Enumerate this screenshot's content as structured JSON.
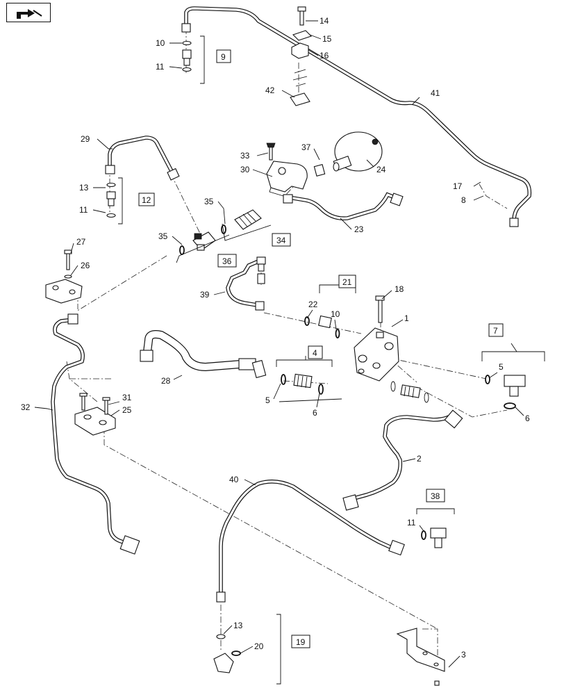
{
  "callouts": [
    {
      "id": "c14",
      "text": "14"
    },
    {
      "id": "c15",
      "text": "15"
    },
    {
      "id": "c16",
      "text": "16"
    },
    {
      "id": "c10a",
      "text": "10"
    },
    {
      "id": "c11a",
      "text": "11"
    },
    {
      "id": "c9",
      "text": "9"
    },
    {
      "id": "c42",
      "text": "42"
    },
    {
      "id": "c41",
      "text": "41"
    },
    {
      "id": "c29",
      "text": "29"
    },
    {
      "id": "c33",
      "text": "33"
    },
    {
      "id": "c37",
      "text": "37"
    },
    {
      "id": "c30",
      "text": "30"
    },
    {
      "id": "c24",
      "text": "24"
    },
    {
      "id": "c13a",
      "text": "13"
    },
    {
      "id": "c12",
      "text": "12"
    },
    {
      "id": "c11b",
      "text": "11"
    },
    {
      "id": "c17",
      "text": "17"
    },
    {
      "id": "c8",
      "text": "8"
    },
    {
      "id": "c35a",
      "text": "35"
    },
    {
      "id": "c23",
      "text": "23"
    },
    {
      "id": "c35b",
      "text": "35"
    },
    {
      "id": "c34",
      "text": "34"
    },
    {
      "id": "c27",
      "text": "27"
    },
    {
      "id": "c36",
      "text": "36"
    },
    {
      "id": "c26",
      "text": "26"
    },
    {
      "id": "c21",
      "text": "21"
    },
    {
      "id": "c39",
      "text": "39"
    },
    {
      "id": "c18",
      "text": "18"
    },
    {
      "id": "c22",
      "text": "22"
    },
    {
      "id": "c10b",
      "text": "10"
    },
    {
      "id": "c1",
      "text": "1"
    },
    {
      "id": "c7",
      "text": "7"
    },
    {
      "id": "c4",
      "text": "4"
    },
    {
      "id": "c28",
      "text": "28"
    },
    {
      "id": "c5a",
      "text": "5"
    },
    {
      "id": "c5b",
      "text": "5"
    },
    {
      "id": "c6a",
      "text": "6"
    },
    {
      "id": "c6b",
      "text": "6"
    },
    {
      "id": "c31",
      "text": "31"
    },
    {
      "id": "c25",
      "text": "25"
    },
    {
      "id": "c32",
      "text": "32"
    },
    {
      "id": "c2",
      "text": "2"
    },
    {
      "id": "c40",
      "text": "40"
    },
    {
      "id": "c38",
      "text": "38"
    },
    {
      "id": "c11c",
      "text": "11"
    },
    {
      "id": "c13b",
      "text": "13"
    },
    {
      "id": "c20",
      "text": "20"
    },
    {
      "id": "c19",
      "text": "19"
    },
    {
      "id": "c3",
      "text": "3"
    }
  ],
  "icons": {
    "nav": "return-arrow-icon"
  },
  "colors": {
    "ink": "#111111",
    "paper": "#ffffff"
  }
}
